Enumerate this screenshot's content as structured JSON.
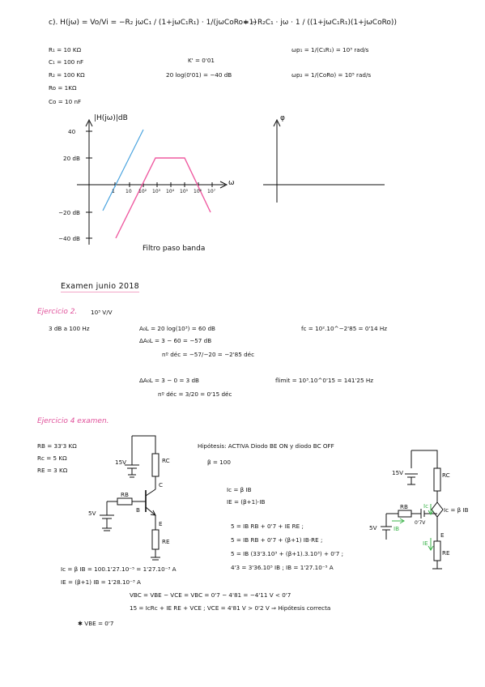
{
  "sec_c": {
    "eq1": "c). H(jω) = Vo/Vi = −R₂ jωC₁ / (1+jωC₁R₁) · 1/(jωCoRo+1)",
    "eq2": "= −R₂C₁ · jω · 1 / ((1+jωC₁R₁)(1+jωCoRo))",
    "params": [
      "R₁ = 10 KΩ",
      "C₁ = 100 nF",
      "R₂ = 100 KΩ",
      "Ro = 1KΩ",
      "Co = 10 nF"
    ],
    "k_value": "K' = 0'01",
    "k_db": "20 log(0'01) = −40 dB",
    "wp1": "ωp₁ = 1/(C₁R₁) = 10³ rad/s",
    "wp2": "ωp₂ = 1/(CoRo) = 10⁵ rad/s"
  },
  "bode": {
    "ylabel": "|H(jω)|dB",
    "phase_label": "φ",
    "omega": "ω",
    "yticks": [
      "40",
      "20 dB",
      "−20 dB",
      "−40 dB"
    ],
    "xticks": [
      "1",
      "10",
      "10²",
      "10³",
      "10⁴",
      "10⁵",
      "10⁶",
      "10⁷"
    ],
    "caption": "Filtro paso banda",
    "colors": {
      "asymptote": "#4aa3df",
      "response": "#ef5ba1"
    }
  },
  "exam": {
    "title": "Examen junio 2018",
    "ej2_title": "Ejercicio 2.",
    "ej2_gain": "10³ V/V",
    "ej2_bw": "3 dB a 100 Hz",
    "ej2_lines": [
      "A₀L = 20 log(10³) = 60 dB",
      "ΔA₀L = 3 − 60 = −57 dB",
      "nº déc = −57/−20 = −2'85 déc",
      "ΔA₀L = 3 − 0 = 3 dB",
      "nº déc = 3/20 = 0'15 déc"
    ],
    "fc": "fc = 10².10^−2'85 = 0'14 Hz",
    "flimit": "flimit = 10³.10^0'15 = 141'25 Hz",
    "ej4_title": "Ejercicio 4 examen.",
    "ej4_params": [
      "RB = 33'3 KΩ",
      "Rc = 5 KΩ",
      "RE = 3 KΩ"
    ],
    "hypothesis": "Hipótesis: ACTIVA   Diodo BE ON y diodo BC OFF",
    "beta": "β = 100",
    "ic_eq": "Ic = β IB",
    "ie_eq": "IE = (β+1)·IB",
    "kvl": [
      "5 = IB RB + 0'7 + IE RE ;",
      "5 = IB RB + 0'7 + (β+1) IB·RE ;",
      "5 = IB (33'3.10³ + (β+1).3.10³) + 0'7 ;",
      "4'3 = 3'36.10⁵ IB ;   IB = 1'27.10⁻⁵ A"
    ],
    "ic_res": "Ic = β IB = 100.1'27.10⁻⁵ = 1'27.10⁻³ A",
    "ie_res": "IE = (β+1) IB = 1'28.10⁻³ A",
    "vbc": "VBC = VBE − VCE = VBC = 0'7 − 4'81 = −4'11 V < 0'7",
    "vce": "15 = IcRc + IE RE + VCE   ;  VCE = 4'81 V > 0'2 V ⇒ Hipótesis correcta",
    "vbe_note": "✱ VBE = 0'7",
    "circuit": {
      "v15": "15V",
      "rc": "RC",
      "rb": "RB",
      "re": "RE",
      "v5": "5V",
      "b": "B",
      "c": "C",
      "e": "E",
      "ic_src": "Ic = β IB",
      "ic": "Ic",
      "ib": "IB",
      "ie": "IE",
      "vbe": "0'7V"
    }
  }
}
